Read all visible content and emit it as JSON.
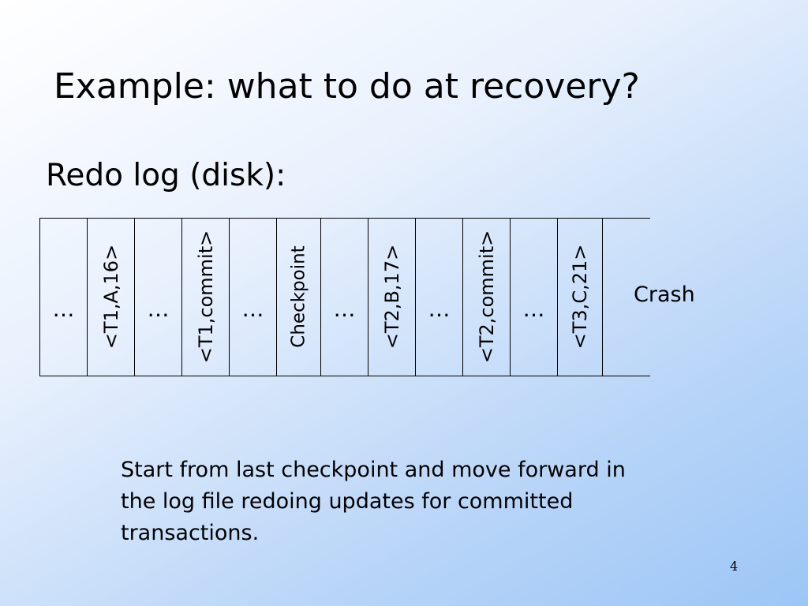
{
  "slide": {
    "title": "Example: what to do at recovery?",
    "log_label": "Redo log (disk):",
    "log_entries": [
      "…",
      "<T1,A,16>",
      "…",
      "<T1,commit>",
      "…",
      "Checkpoint",
      "…",
      "<T2,B,17>",
      "…",
      "<T2,commit>",
      "…",
      "<T3,C,21>"
    ],
    "crash_label": "Crash",
    "note": "Start from last checkpoint and move forward in the log file redoing updates for committed transactions.",
    "page_number": "4"
  }
}
